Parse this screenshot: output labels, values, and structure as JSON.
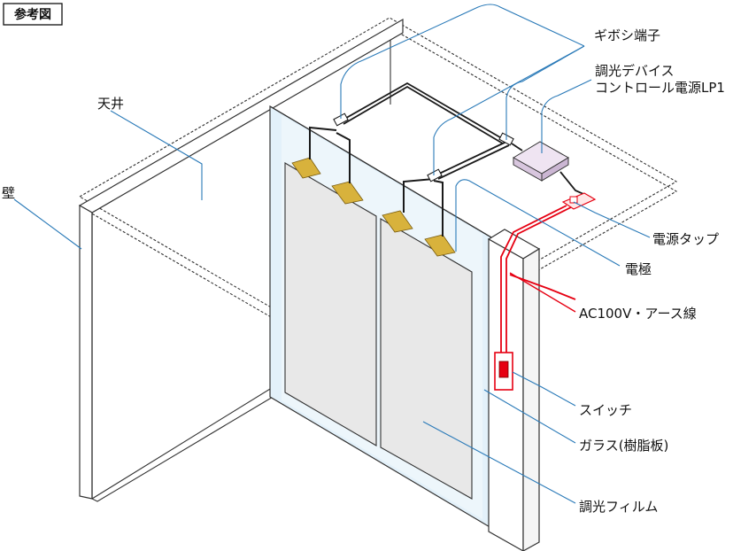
{
  "badge": "参考図",
  "labels": {
    "ceiling": "天井",
    "wall": "壁",
    "gibosi": "ギボシ端子",
    "device_line1": "調光デバイス",
    "device_line2": "コントロール電源LP1",
    "power_tap": "電源タップ",
    "electrode": "電極",
    "ac_line": "AC100V・アース線",
    "switch": "スイッチ",
    "glass": "ガラス(樹脂板)",
    "film": "調光フィルム"
  },
  "colors": {
    "leader_blue": "#2a7ab8",
    "wire_red": "#e60012",
    "glass_tint": "#e3f1fa",
    "film_gray": "#e8e8e8",
    "device_lilac": "#e9dcee",
    "electrode_gold": "#d8b23c",
    "wire_black": "#1a1a1a"
  }
}
